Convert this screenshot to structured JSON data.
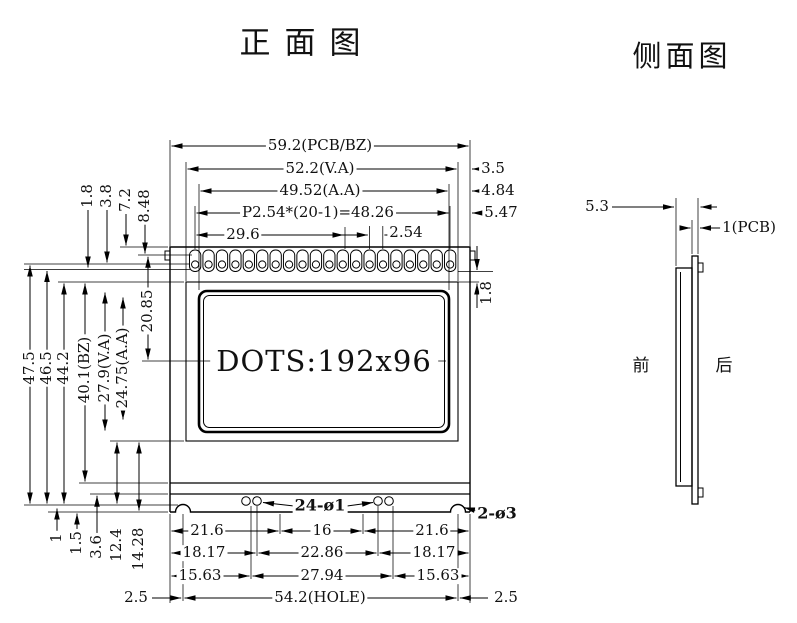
{
  "titles": {
    "front": "正面图",
    "side": "侧面图"
  },
  "front": {
    "display_text": "DOTS:192x96",
    "top_dims": {
      "pcb_bz": "59.2(PCB/BZ)",
      "va": "52.2(V.A)",
      "aa": "49.52(A.A)",
      "pitch": "P2.54*(20-1)=48.26",
      "pin_span": "29.6",
      "pitch_single": "2.54"
    },
    "right_dims": {
      "va_margin": "3.5",
      "aa_margin": "4.84",
      "pin_margin": "5.47",
      "bezel_gap": "1.8"
    },
    "left_top_dims": {
      "d1": "1.8",
      "d2": "3.8",
      "d3": "7.2",
      "d4": "8.48",
      "d5": "20.85"
    },
    "left_dims": {
      "total": "47.5",
      "d2": "46.5",
      "d3": "44.2",
      "bz": "40.1(BZ)",
      "va": "27.9(V.A)",
      "aa": "24.75(A.A)"
    },
    "bottom_left_dims": {
      "d1": "1",
      "d2": "1.5",
      "d3": "3.6",
      "d4": "12.4",
      "d5": "14.28"
    },
    "bottom_dims": {
      "r1": [
        "21.6",
        "16",
        "21.6"
      ],
      "r2": [
        "18.17",
        "22.86",
        "18.17"
      ],
      "r3": [
        "15.63",
        "27.94",
        "15.63"
      ],
      "r4": [
        "2.5",
        "54.2(HOLE)",
        "2.5"
      ]
    },
    "hole_labels": {
      "pin_holes": "24-ø1",
      "mount_holes": "2-ø3"
    }
  },
  "side": {
    "dims": {
      "thickness": "5.3",
      "pcb": "1(PCB)"
    },
    "labels": {
      "front": "前",
      "back": "后"
    }
  }
}
